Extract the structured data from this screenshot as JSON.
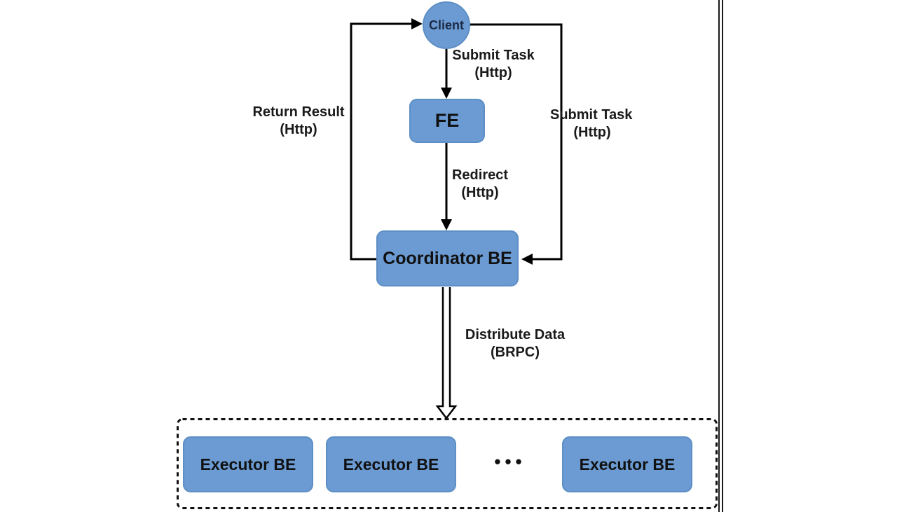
{
  "diagram": {
    "nodes": {
      "client": {
        "label": "Client"
      },
      "fe": {
        "label": "FE"
      },
      "coordinator": {
        "label": "Coordinator BE"
      },
      "executors": [
        "Executor BE",
        "Executor BE",
        "Executor BE"
      ],
      "ellipsis": "•••"
    },
    "edge_labels": {
      "submit_task_top": {
        "line1": "Submit Task",
        "line2": "(Http)"
      },
      "return_result": {
        "line1": "Return Result",
        "line2": "(Http)"
      },
      "submit_task_right": {
        "line1": "Submit Task",
        "line2": "(Http)"
      },
      "redirect": {
        "line1": "Redirect",
        "line2": "(Http)"
      },
      "distribute_data": {
        "line1": "Distribute Data",
        "line2": "(BRPC)"
      }
    },
    "colors": {
      "node_fill": "#6B9BD2",
      "node_border": "#5D8EC4",
      "connector": "#000000",
      "label_text": "#1A1A1A",
      "client_text": "#1B2A47"
    }
  }
}
